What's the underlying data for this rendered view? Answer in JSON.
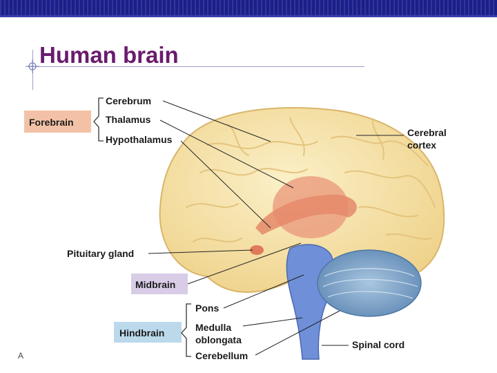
{
  "slide": {
    "title": "Human brain",
    "footer": "A"
  },
  "colors": {
    "header_bar": "#1b1f8a",
    "title": "#6a1b6e",
    "forebrain_box": "#f3c2a6",
    "midbrain_box": "#d9cce6",
    "hindbrain_box": "#bcd9ec",
    "cerebrum": "#f6e3a6",
    "thalamus": "#e9967a",
    "brainstem": "#6f8fd8",
    "cerebellum": "#7ea3c9"
  },
  "diagram": {
    "groups": [
      {
        "label": "Forebrain",
        "members": [
          "Cerebrum",
          "Thalamus",
          "Hypothalamus"
        ]
      },
      {
        "label": "Midbrain",
        "members": []
      },
      {
        "label": "Hindbrain",
        "members": [
          "Pons",
          "Medulla oblongata",
          "Cerebellum"
        ]
      }
    ],
    "labels": {
      "cerebrum": "Cerebrum",
      "thalamus": "Thalamus",
      "hypothalamus": "Hypothalamus",
      "cerebral_cortex_1": "Cerebral",
      "cerebral_cortex_2": "cortex",
      "pituitary": "Pituitary gland",
      "pons": "Pons",
      "medulla_1": "Medulla",
      "medulla_2": "oblongata",
      "cerebellum": "Cerebellum",
      "spinal_cord": "Spinal cord"
    }
  }
}
